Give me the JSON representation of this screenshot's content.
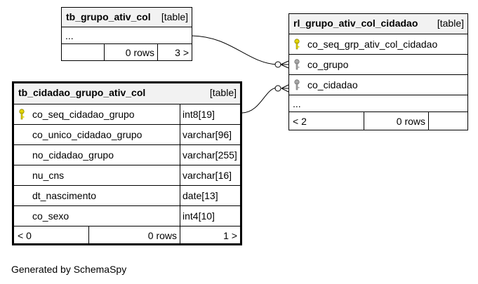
{
  "tables": {
    "tb_grupo_ativ_col": {
      "name": "tb_grupo_ativ_col",
      "kind": "[table]",
      "comment": "...",
      "footer": {
        "left": "",
        "rows": "0 rows",
        "right": "3 >"
      }
    },
    "rl_grupo_ativ_col_cidadao": {
      "name": "rl_grupo_ativ_col_cidadao",
      "kind": "[table]",
      "columns": [
        {
          "name": "co_seq_grp_ativ_col_cidadao",
          "key": "primary"
        },
        {
          "name": "co_grupo",
          "key": "foreign"
        },
        {
          "name": "co_cidadao",
          "key": "foreign"
        }
      ],
      "comment": "...",
      "footer": {
        "left": "< 2",
        "rows": "0 rows",
        "right": ""
      }
    },
    "tb_cidadao_grupo_ativ_col": {
      "name": "tb_cidadao_grupo_ativ_col",
      "kind": "[table]",
      "columns": [
        {
          "name": "co_seq_cidadao_grupo",
          "type": "int8[19]",
          "key": "primary"
        },
        {
          "name": "co_unico_cidadao_grupo",
          "type": "varchar[96]",
          "key": ""
        },
        {
          "name": "no_cidadao_grupo",
          "type": "varchar[255]",
          "key": ""
        },
        {
          "name": "nu_cns",
          "type": "varchar[16]",
          "key": ""
        },
        {
          "name": "dt_nascimento",
          "type": "date[13]",
          "key": ""
        },
        {
          "name": "co_sexo",
          "type": "int4[10]",
          "key": ""
        }
      ],
      "footer": {
        "left": "< 0",
        "rows": "0 rows",
        "right": "1 >"
      }
    }
  },
  "caption": "Generated by SchemaSpy",
  "colors": {
    "primary_key": "#e6d800",
    "foreign_key": "#a8a8a8",
    "header_bg": "#f2f2f2"
  }
}
